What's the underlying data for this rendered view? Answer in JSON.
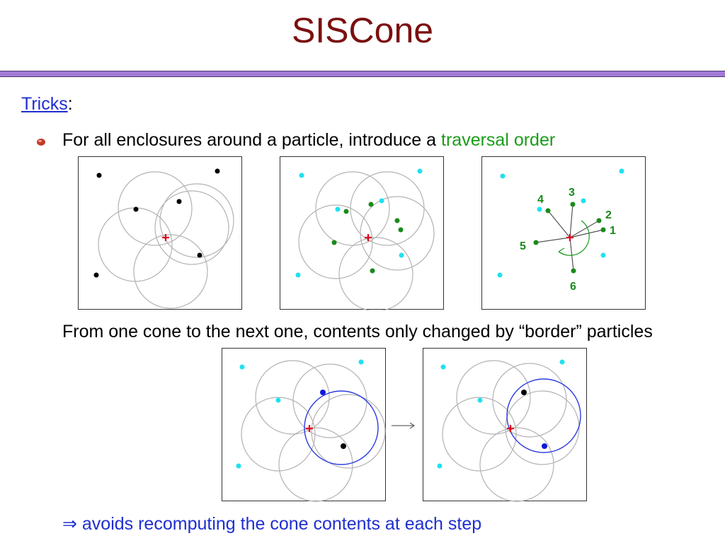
{
  "title": "SISCone",
  "tricks": {
    "link": "Tricks",
    "colon": ":"
  },
  "bullet1": {
    "prefix": "For all enclosures around a particle, introduce a ",
    "highlight": "traversal order"
  },
  "line2": "From one cone to the next one, contents only changed by “border” particles",
  "line3": "⇒ avoids recomputing the cone contents at each step",
  "order_labels": [
    "1",
    "2",
    "3",
    "4",
    "5",
    "6"
  ],
  "colors": {
    "title": "#7b1010",
    "rule": "#a27ad6",
    "link": "#1f2fd0",
    "highlight": "#1a9c1a",
    "circle": "#b3b3b3",
    "center": "#e0001b",
    "particle": "#000000",
    "cyan": "#1fe0f0",
    "green_dot": "#1a8a1a",
    "blue_circle": "#2a3be0",
    "blue_dot": "#0a1ad8"
  }
}
